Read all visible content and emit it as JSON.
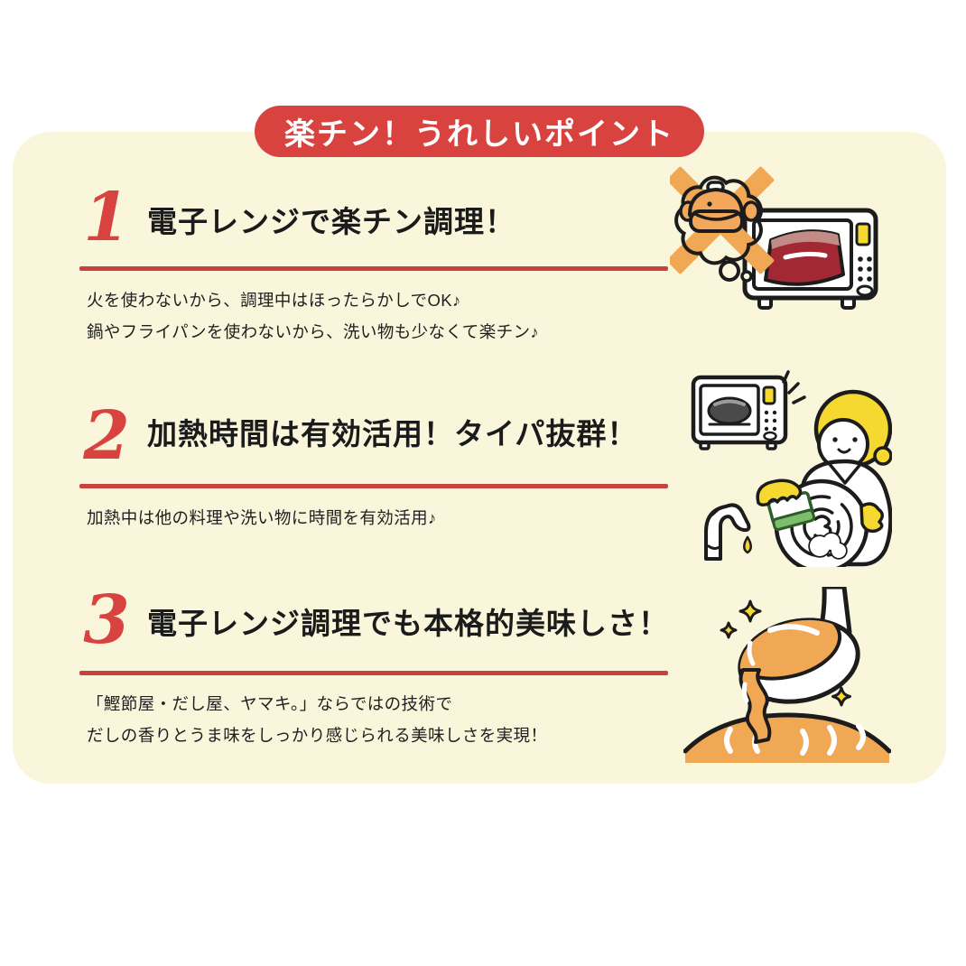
{
  "colors": {
    "background": "#FFFFFF",
    "card": "#FAF6DC",
    "accent_red": "#D8433F",
    "rule_red": "#C8423E",
    "outline_black": "#1C1C1C",
    "orange": "#F0A855",
    "yellow": "#F6D930",
    "pouch_red": "#A22833",
    "pouch_light": "#C08C85",
    "sponge_green": "#7DBE6B"
  },
  "badge": {
    "label": "楽チン！うれしいポイント"
  },
  "points": [
    {
      "number": "1",
      "title": "電子レンジで楽チン調理！",
      "description_lines": [
        "火を使わないから、調理中はほったらかしでOK♪",
        "鍋やフライパンを使わないから、洗い物も少なくて楽チン♪"
      ],
      "illustration": "microwave-with-pouch-no-pot-needed"
    },
    {
      "number": "2",
      "title": "加熱時間は有効活用！タイパ抜群！",
      "description_lines": [
        "加熱中は他の料理や洗い物に時間を有効活用♪"
      ],
      "illustration": "washing-dishes-while-microwave-heats"
    },
    {
      "number": "3",
      "title": "電子レンジ調理でも本格的美味しさ！",
      "description_lines": [
        "「鰹節屋・だし屋、ヤマキ。」ならではの技術で",
        "だしの香りとうま味をしっかり感じられる美味しさを実現！"
      ],
      "illustration": "ladle-pouring-rich-dashi-broth"
    }
  ]
}
